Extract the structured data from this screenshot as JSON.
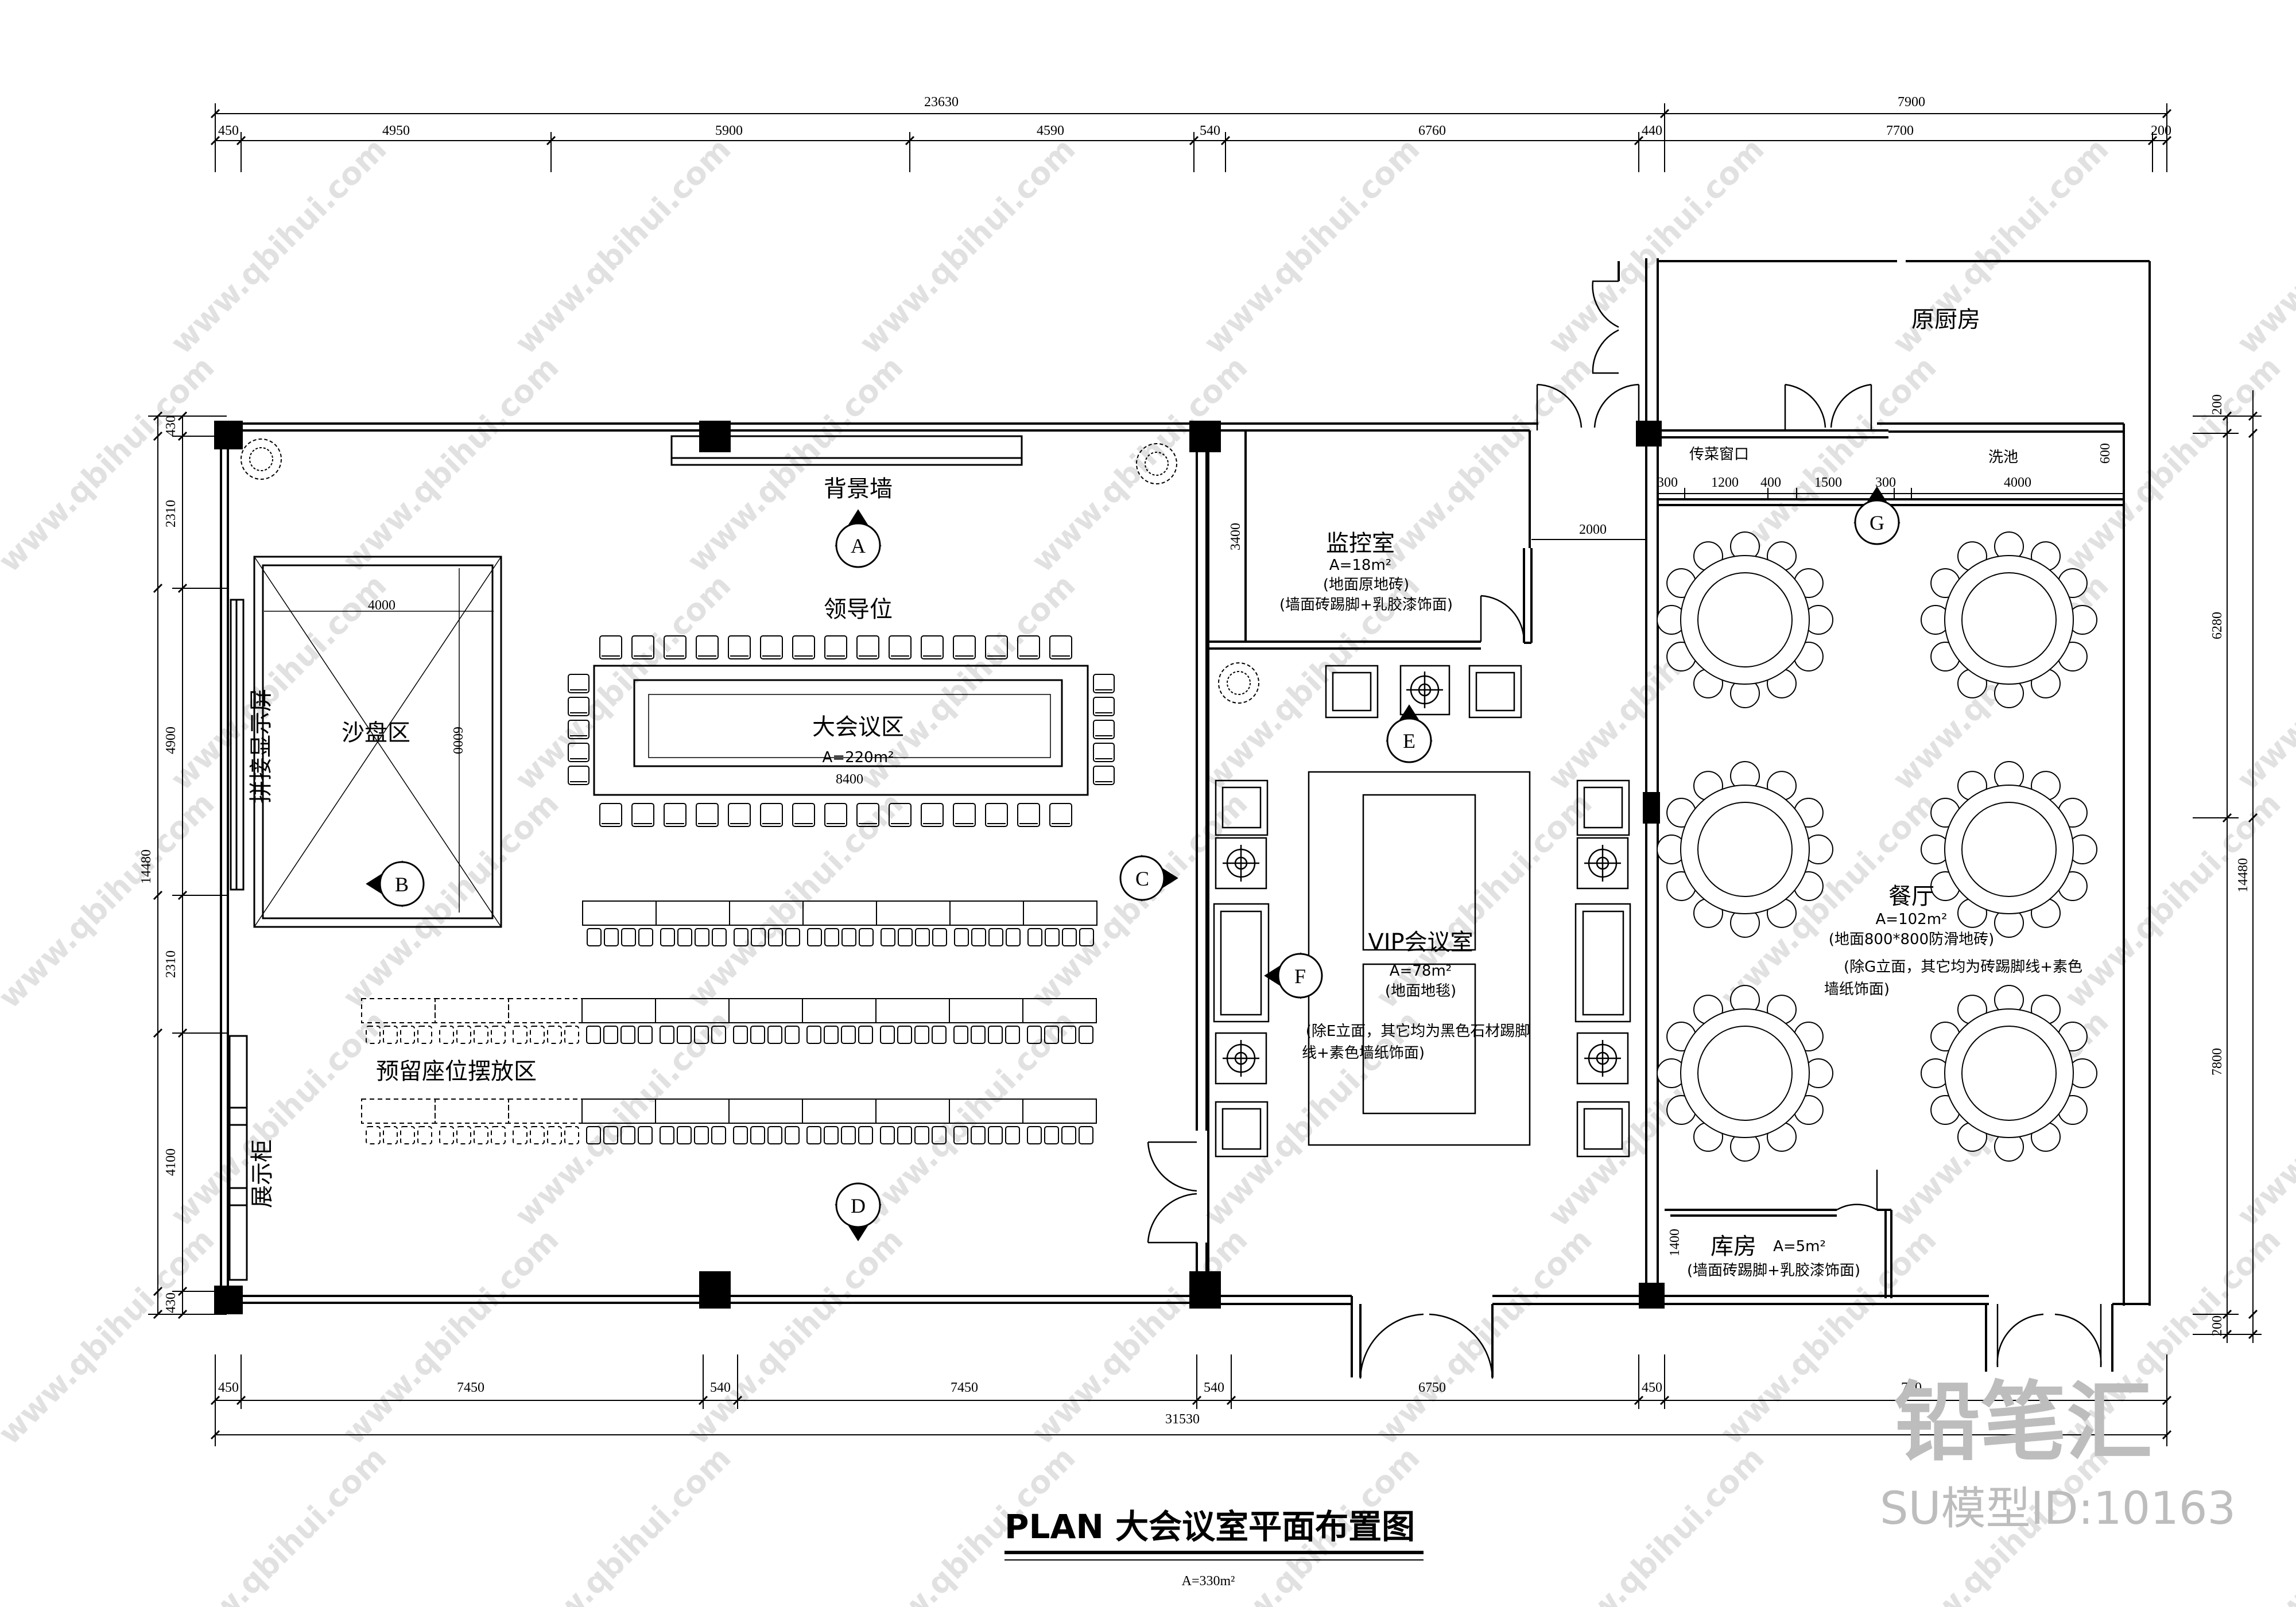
{
  "title": "PLAN  大会议室平面布置图",
  "title_area": "A=330m²",
  "rooms": {
    "kitchen": "原厨房",
    "serving_window": "传菜窗口",
    "sink": "洗池",
    "background_wall": "背景墙",
    "leader_seat": "领导位",
    "meeting_area": "大会议区",
    "meeting_area_size": "A=220m²",
    "sand_table": "沙盘区",
    "display_screen": "拼接显示屏",
    "reserved_seating": "预留座位摆放区",
    "display_cabinet": "展示柜",
    "monitor_room": "监控室",
    "monitor_area": "A=18m²",
    "monitor_floor": "(地面原地砖)",
    "monitor_wall": "(墙面砖踢脚+乳胶漆饰面)",
    "vip_room": "VIP会议室",
    "vip_area": "A=78m²",
    "vip_floor": "(地面地毯)",
    "vip_note1": "(除E立面，其它均为黑色石材踢脚",
    "vip_note2": "线+素色墙纸饰面)",
    "dining": "餐厅",
    "dining_area": "A=102m²",
    "dining_floor": "(地面800*800防滑地砖)",
    "dining_note1": "(除G立面，其它均为砖踢脚线+素色",
    "dining_note2": "墙纸饰面)",
    "storage": "库房",
    "storage_area": "A=5m²",
    "storage_note": "(墙面砖踢脚+乳胶漆饰面)"
  },
  "elevations": [
    "A",
    "B",
    "C",
    "D",
    "E",
    "F",
    "G"
  ],
  "dimensions": {
    "top_total_left": "23630",
    "top_total_right": "7900",
    "top_segments": [
      "450",
      "4950",
      "5900",
      "4590",
      "540",
      "6760",
      "440",
      "7700",
      "200"
    ],
    "bottom_segments": [
      "450",
      "7450",
      "540",
      "7450",
      "540",
      "6750",
      "450",
      "700"
    ],
    "bottom_total": "31530",
    "left_segments": [
      "430",
      "2310",
      "4900",
      "2310",
      "4100",
      "430"
    ],
    "left_total": "14480",
    "right_segments": [
      "200",
      "6280",
      "7800",
      "200"
    ],
    "right_total": "14480",
    "internal": {
      "sand_width": "4000",
      "sand_depth": "6000",
      "table_length": "8400",
      "monitor_depth": "3400",
      "corridor": "2000",
      "kitchen_a": "300",
      "kitchen_b": "1200",
      "kitchen_c": "400",
      "kitchen_d": "1500",
      "kitchen_e": "300",
      "kitchen_f": "4000",
      "kitchen_g": "600",
      "storage_h": "1400"
    }
  },
  "watermark": {
    "url": "www.qbihui.com",
    "logo": "铅笔汇",
    "model_id": "SU模型ID:10163"
  }
}
